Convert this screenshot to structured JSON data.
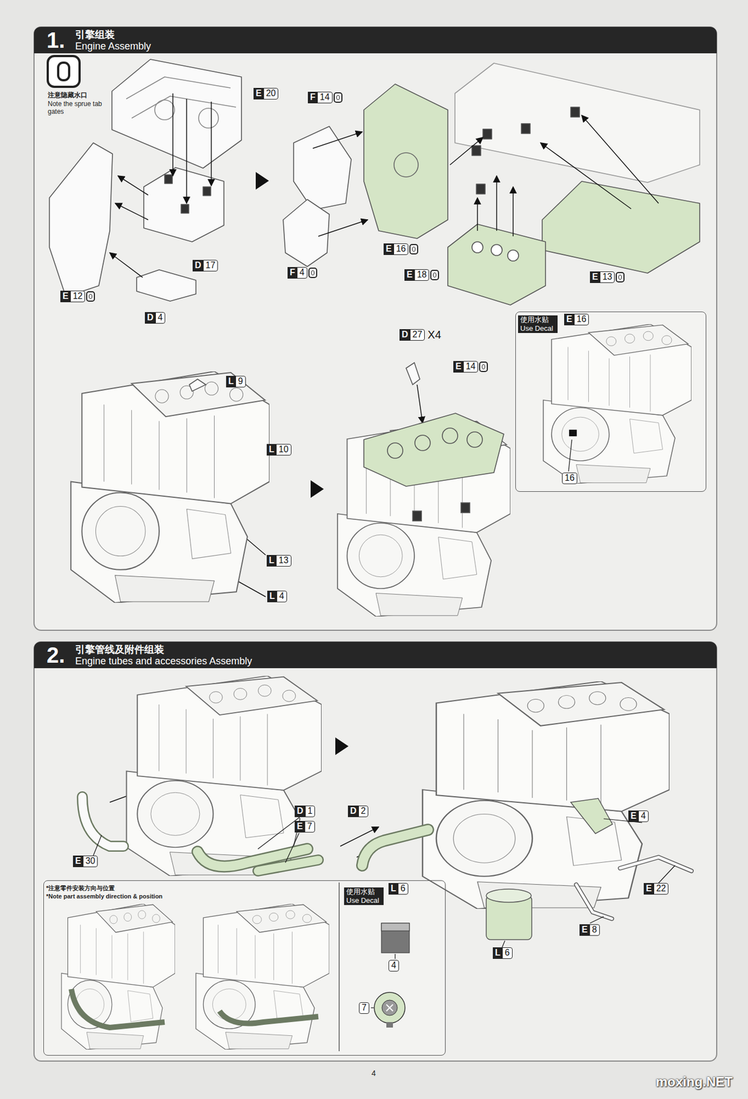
{
  "diagram": {
    "nodes": [
      {
        "text": [
          "1.",
          "引擎组装",
          "Engine Assembly"
        ]
      },
      {
        "text": [
          "使用水贴",
          "Use Decal"
        ],
        "in": 0
      },
      {
        "text": [
          "2.",
          "引擎管线及附件组装",
          "Engine tubes and accessories Assembly"
        ]
      },
      {
        "text": [
          "*注意零件安装方向与位置",
          "*Note part assembly direction & position"
        ],
        "in": 2
      },
      {
        "text": [
          "使用水贴",
          "Use Decal"
        ],
        "in": 3
      }
    ],
    "labels": [
      "注意隐藏水口",
      "Note the sprue tab gates",
      "E",
      "20",
      "F",
      "14",
      "D",
      "17",
      "D",
      "4",
      "E",
      "12",
      "E",
      "16",
      "F",
      "4",
      "E",
      "18",
      "E",
      "13",
      "L",
      "9",
      "L",
      "10",
      "L",
      "13",
      "L",
      "4",
      "D",
      "27",
      "X4",
      "E",
      "14",
      "E",
      "16",
      "16",
      "D",
      "1",
      "E",
      "7",
      "E",
      "30",
      "D",
      "2",
      "E",
      "4",
      "E",
      "22",
      "E",
      "8",
      "L",
      "6",
      "L",
      "6",
      "4",
      "7",
      "4",
      "moxing.NET"
    ]
  }
}
